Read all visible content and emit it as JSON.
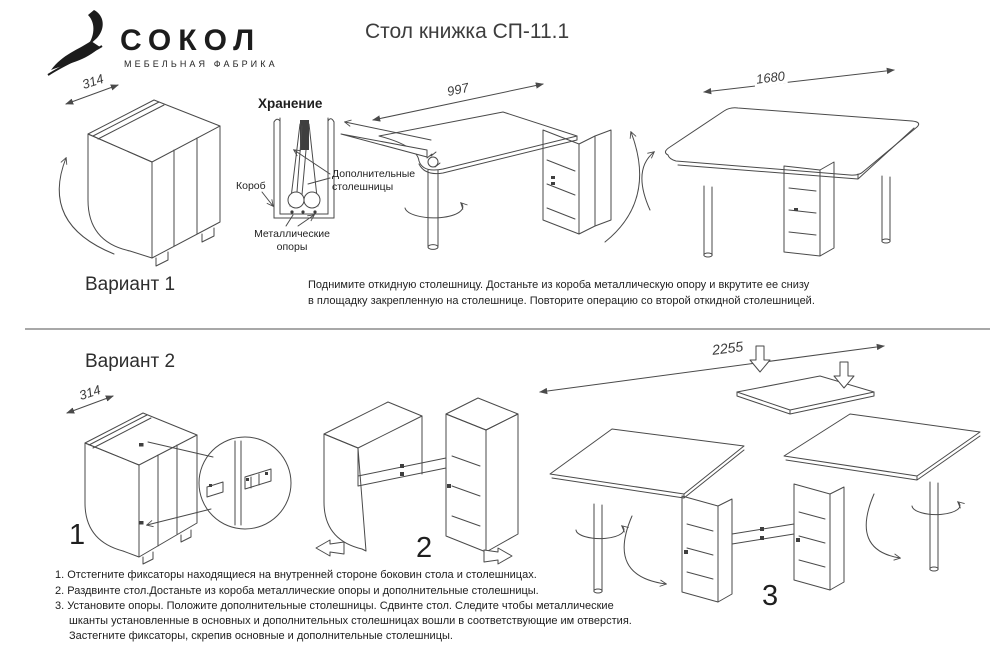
{
  "header": {
    "brand": "СОКОЛ",
    "brand_sub": "МЕБЕЛЬНАЯ ФАБРИКА",
    "title": "Стол книжка СП-11.1"
  },
  "variant1": {
    "label": "Вариант 1",
    "text": "Поднимите откидную столешницу. Достаньте из короба металлическую опору и вкрутите ее снизу\nв площадку закрепленную на столешнице. Повторите операцию со второй откидной столешницей.",
    "storage": {
      "heading": "Хранение",
      "label_box": "Короб",
      "label_extra_tops": "Дополнительные\nстолешницы",
      "label_metal_supports": "Металлические\nопоры"
    },
    "dims": {
      "closed_width": "314",
      "half_open_width": "997",
      "open_width": "1680"
    }
  },
  "variant2": {
    "label": "Вариант 2",
    "dims": {
      "closed_width": "314",
      "open_width": "2255"
    },
    "step_numbers": [
      "1",
      "2",
      "3"
    ],
    "instructions": [
      "1. Отстегните фиксаторы находящиеся на внутренней стороне боковин стола и столешницах.",
      "2. Раздвинте  стол.Достаньте из короба металлические опоры и  дополнительные  столешницы.",
      "3.  Установите  опоры.  Положите дополнительные  столешницы.  Сдвинте  стол.  Следите  чтобы металлические  шканты  установленные  в основных и дополнительных столешницах вошли в соответствующие им отверстия. Застегните фиксаторы, скрепив  основные и дополнительные столешницы."
    ]
  }
}
